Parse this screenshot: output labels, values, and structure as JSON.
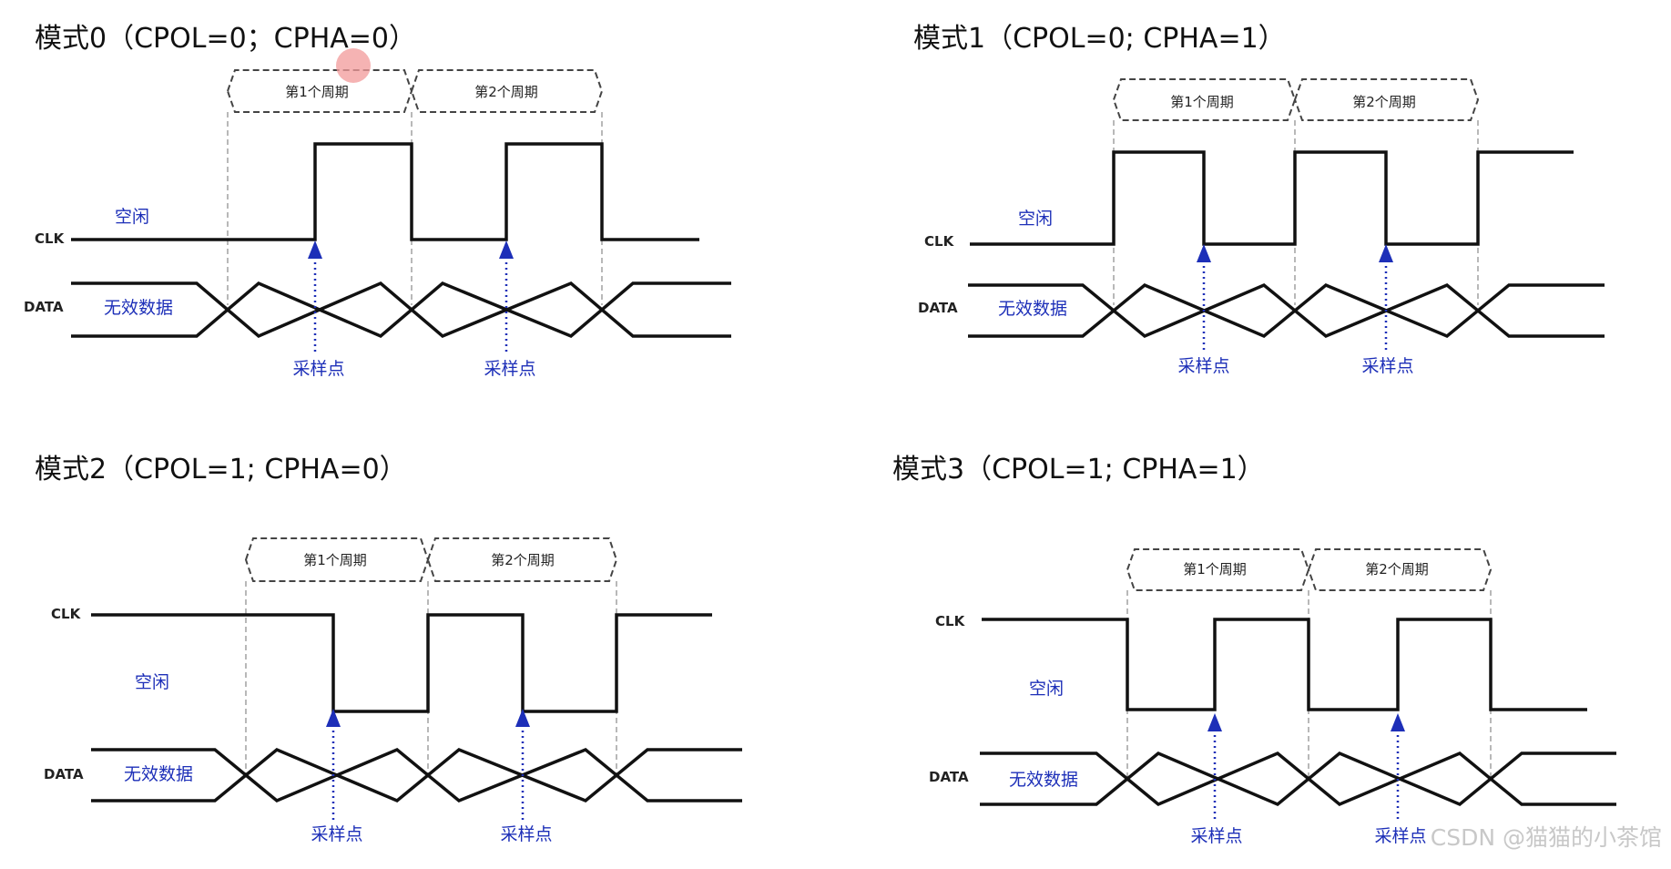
{
  "panels": [
    {
      "title": "模式0（CPOL=0；CPHA=0）",
      "clk_label": "CLK",
      "data_label": "DATA",
      "idle_label": "空闲",
      "invalid_label": "无效数据",
      "period1_label": "第1个周期",
      "period2_label": "第2个周期",
      "sample1_label": "采样点",
      "sample2_label": "采样点",
      "cpol": 0,
      "cpha": 0
    },
    {
      "title": "模式1（CPOL=0; CPHA=1）",
      "clk_label": "CLK",
      "data_label": "DATA",
      "idle_label": "空闲",
      "invalid_label": "无效数据",
      "period1_label": "第1个周期",
      "period2_label": "第2个周期",
      "sample1_label": "采样点",
      "sample2_label": "采样点",
      "cpol": 0,
      "cpha": 1
    },
    {
      "title": "模式2（CPOL=1; CPHA=0）",
      "clk_label": "CLK",
      "data_label": "DATA",
      "idle_label": "空闲",
      "invalid_label": "无效数据",
      "period1_label": "第1个周期",
      "period2_label": "第2个周期",
      "sample1_label": "采样点",
      "sample2_label": "采样点",
      "cpol": 1,
      "cpha": 0
    },
    {
      "title": "模式3（CPOL=1; CPHA=1）",
      "clk_label": "CLK",
      "data_label": "DATA",
      "idle_label": "空闲",
      "invalid_label": "无效数据",
      "period1_label": "第1个周期",
      "period2_label": "第2个周期",
      "sample1_label": "采样点",
      "sample2_label": "采样点",
      "cpol": 1,
      "cpha": 1
    }
  ],
  "watermark": "CSDN @猫猫的小茶馆",
  "colors": {
    "line": "#111111",
    "accent": "#1d2fb8",
    "dash": "#8a8a8a",
    "watermark": "#c8c8c8",
    "cursor": "#f19a9a"
  }
}
